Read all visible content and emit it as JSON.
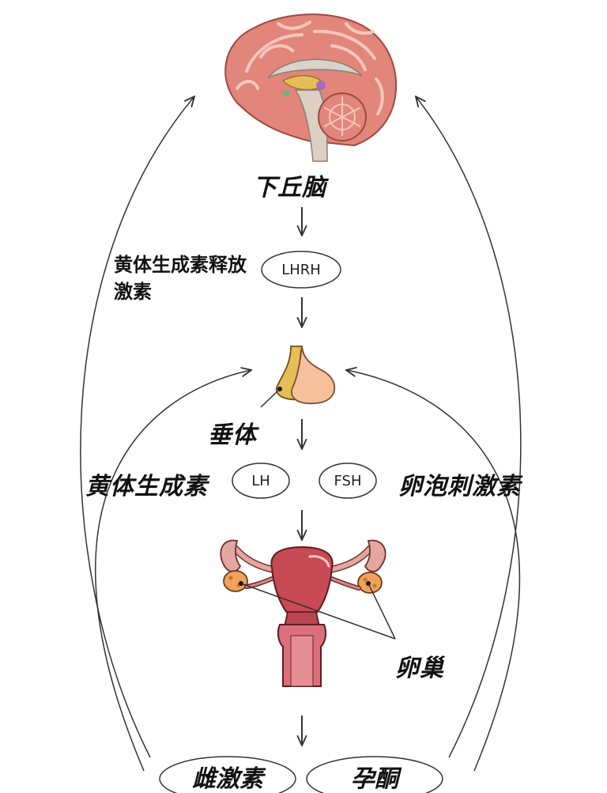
{
  "labels": {
    "hypothalamus": "下丘脑",
    "lhrh_name": "黄体生成素释放激素",
    "pituitary": "垂体",
    "lh_name": "黄体生成素",
    "fsh_name": "卵泡刺激素",
    "ovary": "卵巢"
  },
  "pills": {
    "lhrh": "LHRH",
    "lh": "LH",
    "fsh": "FSH",
    "estrogen": "雌激素",
    "progesterone": "孕酮"
  },
  "colors": {
    "brain_cortex": "#E2857A",
    "pituitary_front": "#F7C09C",
    "pituitary_back": "#E7BE55",
    "uterus": "#C84A55",
    "ovary": "#EFA25B",
    "stroke": "#333333"
  }
}
